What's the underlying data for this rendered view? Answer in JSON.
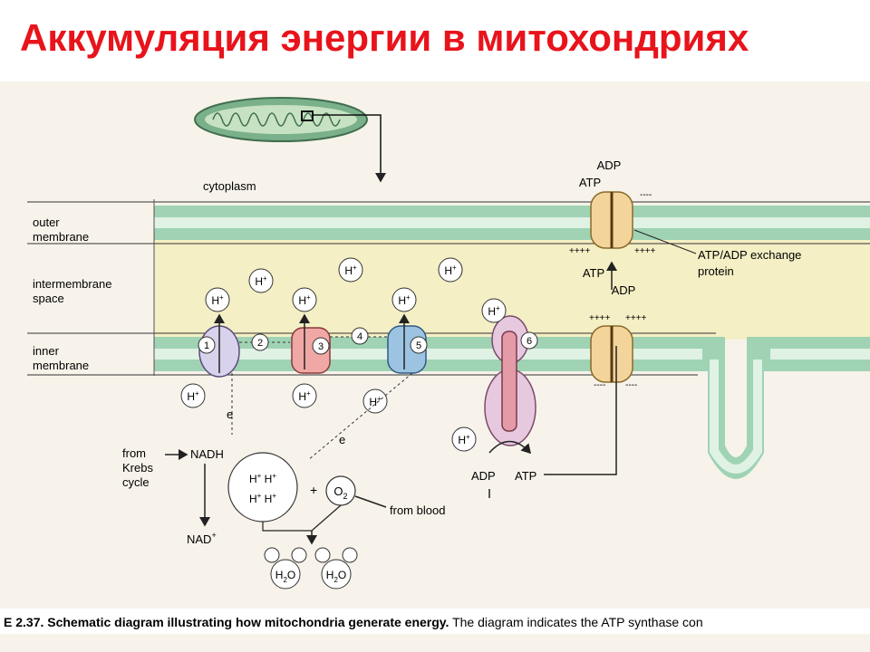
{
  "title": "Аккумуляция энергии в митохондриях",
  "labels": {
    "cytoplasm": "cytoplasm",
    "outer_membrane_1": "outer",
    "outer_membrane_2": "membrane",
    "intermembrane_1": "intermembrane",
    "intermembrane_2": "space",
    "inner_membrane_1": "inner",
    "inner_membrane_2": "membrane",
    "adp_top": "ADP",
    "atp_top": "ATP",
    "exchange_1": "ATP/ADP exchange",
    "exchange_2": "protein",
    "atp_mid": "ATP",
    "adp_mid": "ADP",
    "charges_minus": "----",
    "charges_plus": "++++",
    "proton": "H",
    "proton_sup": "+",
    "electron": "e",
    "from_krebs_1": "from",
    "from_krebs_2": "Krebs",
    "from_krebs_3": "cycle",
    "nadh": "NADH",
    "nad": "NAD",
    "nad_sup": "+",
    "plus_sign": "+",
    "o2": "O",
    "o2_sub": "2",
    "from_blood": "from blood",
    "h2o": "H",
    "h2o_sub": "2",
    "h2o_o": "O",
    "adp_bottom": "ADP",
    "atp_bottom": "ATP"
  },
  "complex_numbers": [
    "1",
    "2",
    "3",
    "4",
    "5",
    "6"
  ],
  "caption": {
    "bold": "E 2.37. Schematic diagram illustrating how mitochondria generate energy.",
    "rest": " The diagram indicates the ATP synthase con"
  },
  "colors": {
    "title": "#e8131b",
    "intermembrane": "#f4efc4",
    "membrane": "#9fd3b4",
    "complex_1": "#d9d2ec",
    "complex_3": "#f0a8a6",
    "complex_5": "#9cc4e2",
    "synthase": "#e6c9df",
    "exchange": "#f3d49a"
  }
}
